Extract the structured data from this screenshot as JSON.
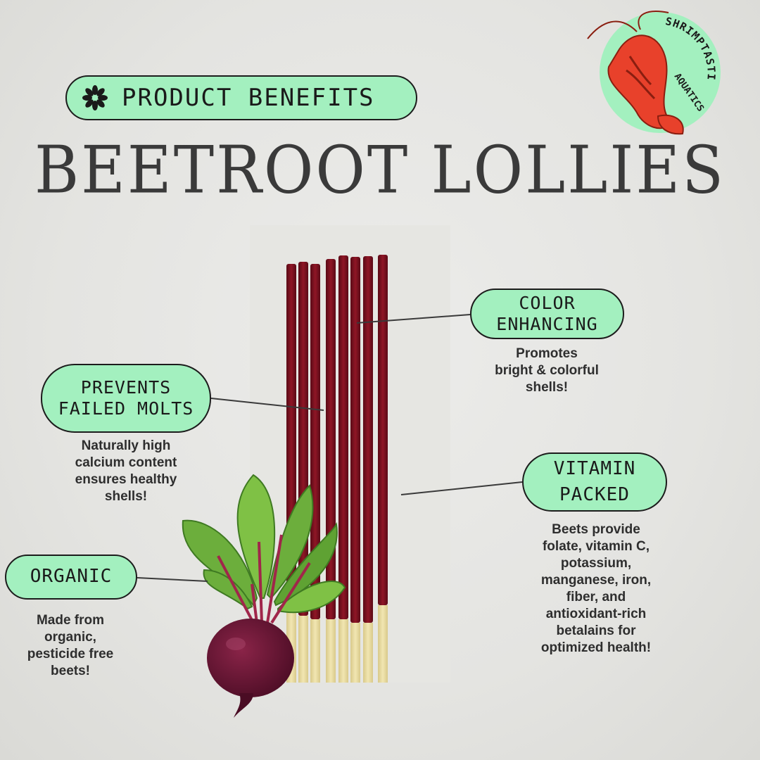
{
  "header": {
    "label": "PRODUCT BENEFITS",
    "icon": "flower-icon"
  },
  "title": "BEETROOT LOLLIES",
  "logo": {
    "text_line1": "SHRIMPTASTIC",
    "text_line2": "AQUATICS",
    "icon": "shrimp-icon"
  },
  "benefits": {
    "color": {
      "line1": "COLOR",
      "line2": "ENHANCING",
      "desc": [
        "Promotes",
        "bright & colorful",
        "shells!"
      ]
    },
    "molts": {
      "line1": "PREVENTS",
      "line2": "FAILED MOLTS",
      "desc": [
        "Naturally high",
        "calcium content",
        "ensures healthy",
        "shells!"
      ]
    },
    "vitamin": {
      "line1": "VITAMIN",
      "line2": "PACKED",
      "desc": [
        "Beets provide",
        "folate, vitamin C,",
        "potassium,",
        "manganese, iron,",
        "fiber, and",
        "antioxidant-rich",
        "betalains for",
        "optimized health!"
      ]
    },
    "organic": {
      "line1": "ORGANIC",
      "desc": [
        "Made from",
        "organic,",
        "pesticide free",
        "beets!"
      ]
    }
  },
  "colors": {
    "accent": "#a3f0bf",
    "stick": "#7a0f1f",
    "stick_tip": "#eadca0",
    "text": "#2e2e2e"
  }
}
